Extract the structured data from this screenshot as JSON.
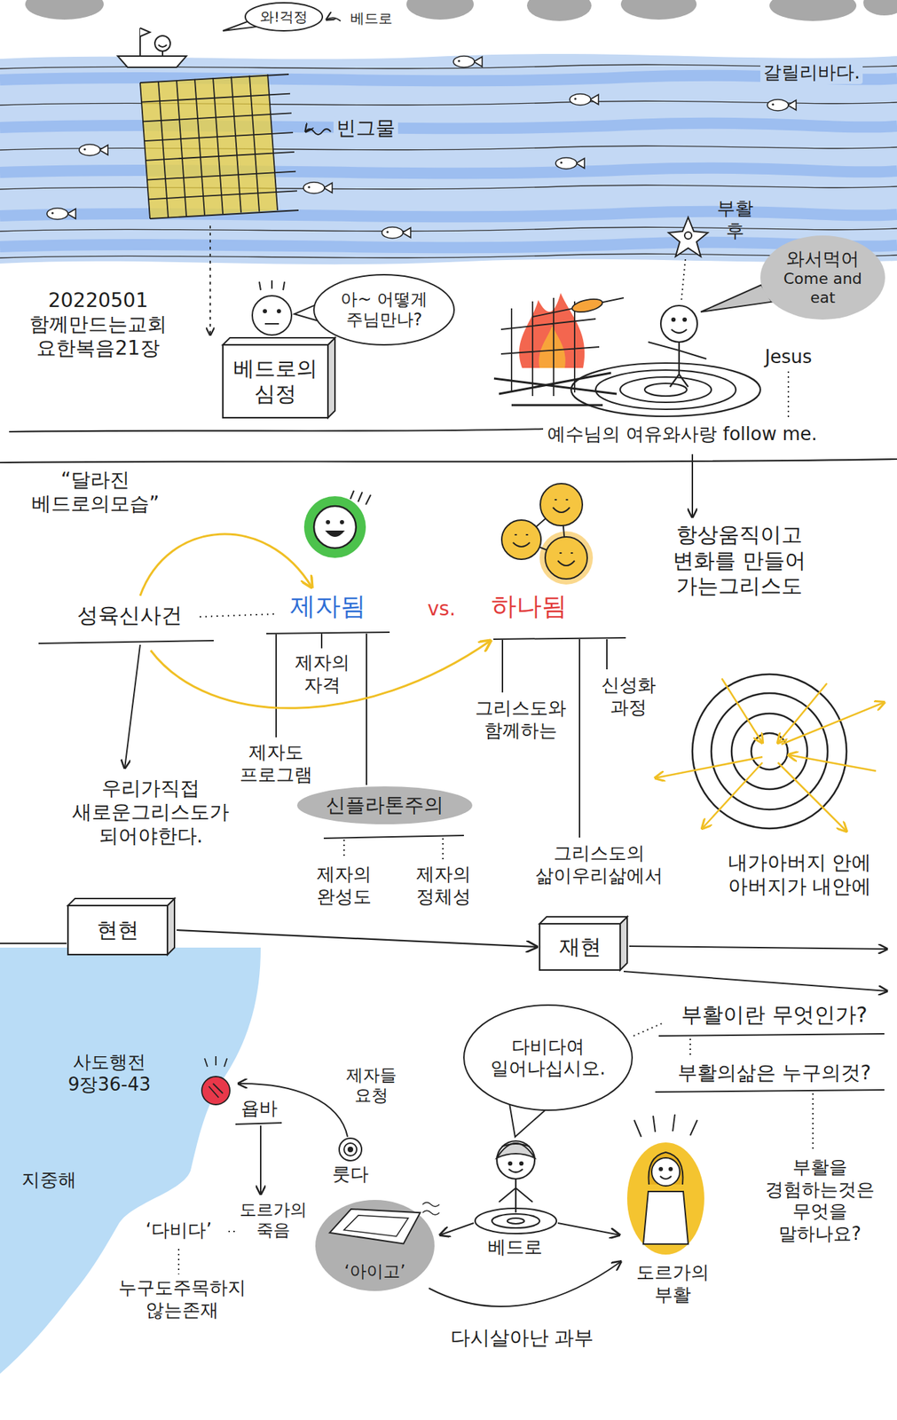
{
  "diagram": {
    "nodes": [
      {
        "text": [
          "와!걱정"
        ]
      },
      {
        "text": [
          "베드로의 심정"
        ]
      },
      {
        "text": [
          "아~ 어떻게 주님만나?"
        ]
      },
      {
        "text": [
          "와서먹어",
          "Come and eat"
        ]
      },
      {
        "text": [
          "신플라톤주의"
        ]
      },
      {
        "text": [
          "현현"
        ]
      },
      {
        "text": [
          "재현"
        ]
      },
      {
        "text": [
          "다비다여 일어나십시오."
        ]
      },
      {
        "text": [
          "‘아이고’"
        ]
      }
    ],
    "edges": [
      {
        "from": 5,
        "to": 6,
        "arrow": "to"
      }
    ],
    "labels": [
      "베드로",
      "갈릴리바다.",
      "빈그물",
      "20220501 함께만드는교회 요한복음21장",
      "부활 후",
      "Jesus",
      "예수님의 여유와사랑 follow me.",
      "“달라진 베드로의모습”",
      "성육신사건",
      "제자됨",
      "vs.",
      "하나됨",
      "항상움직이고 변화를 만들어 가는그리스도",
      "제자의 자격",
      "그리스도와 함께하는",
      "신성화 과정",
      "제자도 프로그램",
      "우리가직접 새로운그리스도가 되어야한다.",
      "내가아버지 안에 아버지가 내안에",
      "제자의 완성도",
      "제자의 정체성",
      "그리스도의 삶이우리삶에서",
      "사도행전 9장36-43",
      "부활이란 무엇인가?",
      "욥바",
      "제자들 요청",
      "부활의삶은 누구의것?",
      "룻다",
      "지중해",
      "도르가의 죽음",
      "‘다비다’",
      "베드로",
      "부활을 경험하는것은 무엇을 말하나요?",
      "누구도주목하지 않는존재",
      "도르가의 부활",
      "다시살아난 과부"
    ]
  }
}
